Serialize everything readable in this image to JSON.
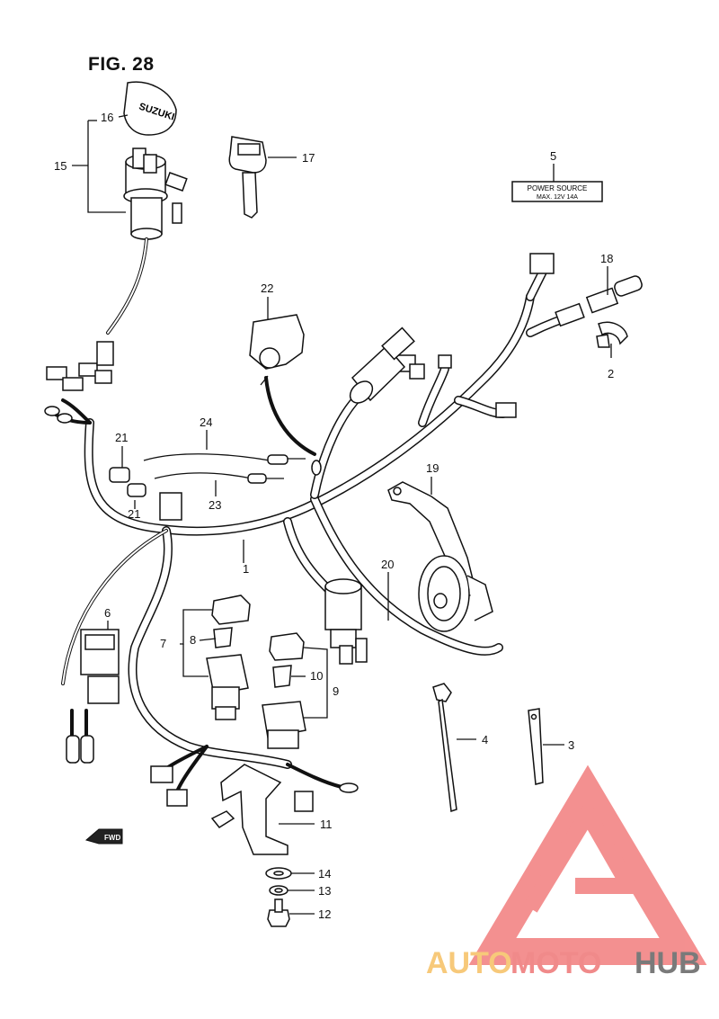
{
  "figure": {
    "title": "FIG. 28"
  },
  "labels": {
    "l1": "1",
    "l2": "2",
    "l3": "3",
    "l4": "4",
    "l5": "5",
    "l6": "6",
    "l7": "7",
    "l8": "8",
    "l9": "9",
    "l10": "10",
    "l11": "11",
    "l12": "12",
    "l13": "13",
    "l14": "14",
    "l15": "15",
    "l16": "16",
    "l17": "17",
    "l18": "18",
    "l19": "19",
    "l20": "20",
    "l21a": "21",
    "l21b": "21",
    "l22": "22",
    "l23": "23",
    "l24": "24"
  },
  "plate": {
    "line1": "POWER SOURCE",
    "line2": "MAX. 12V 14A"
  },
  "key_cap": {
    "text": "SUZUKI"
  },
  "direction": {
    "text": "FWD"
  },
  "watermark": {
    "part1": "AUTO",
    "part2": "MOTO",
    "part3": "HUB",
    "color1": "#f7c97a",
    "color2": "#f08a8a",
    "color3": "#7a7a7a",
    "logo_color": "#f06b6b"
  }
}
